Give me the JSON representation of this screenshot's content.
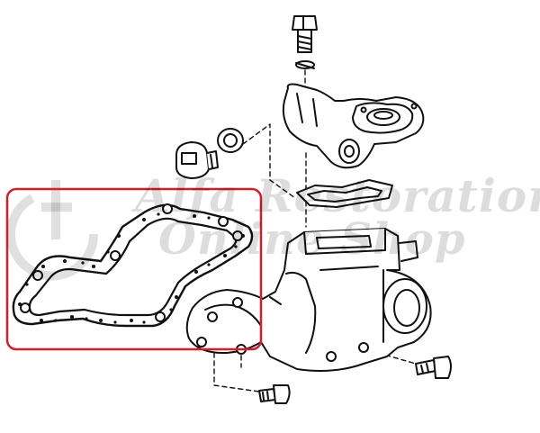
{
  "watermark": {
    "line1": "Alfa Restoration",
    "line2": "Online Shop"
  },
  "colors": {
    "ink": "#111111",
    "highlight": "#d2202a",
    "watermark": "#000000"
  },
  "callout": {
    "highlighted_part": "water-pump-gasket"
  }
}
